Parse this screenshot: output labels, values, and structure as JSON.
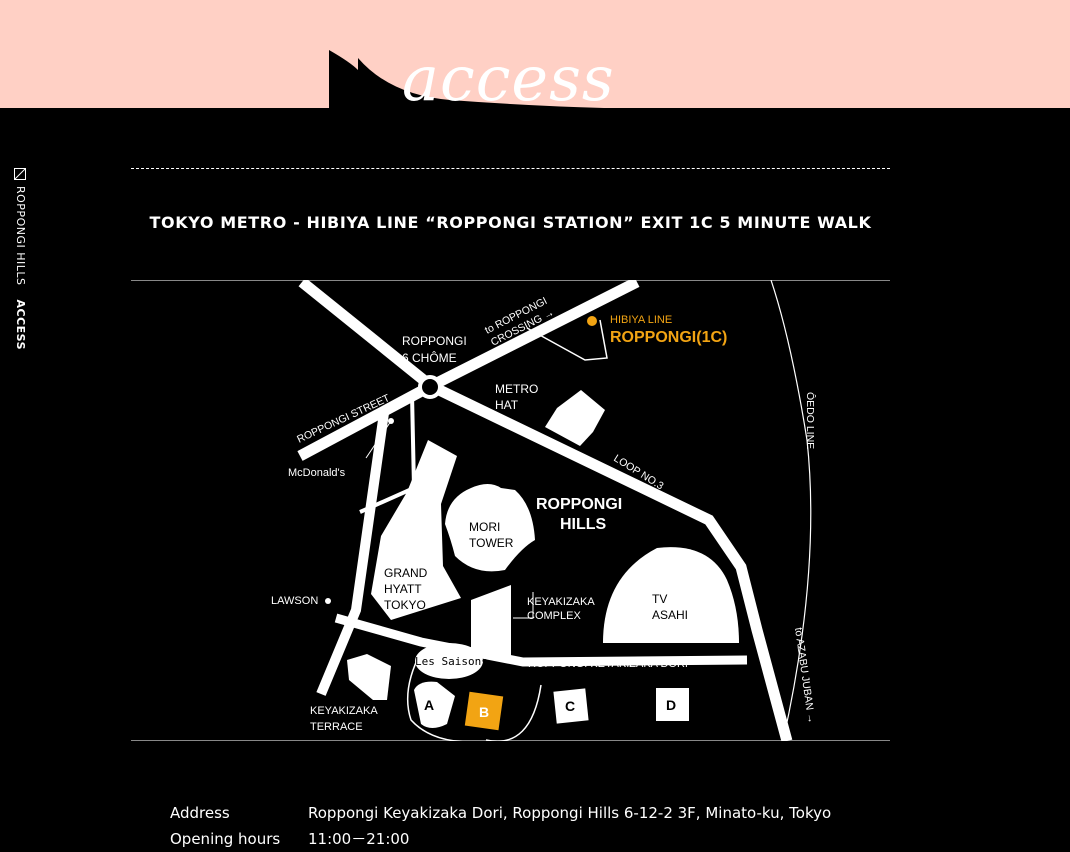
{
  "header": {
    "title": "access"
  },
  "side_nav": {
    "items": [
      "ROPPONGI HILLS",
      "ACCESS"
    ]
  },
  "headline": "TOKYO METRO - HIBIYA LINE “ROPPONGI STATION” EXIT 1C 5 MINUTE WALK",
  "map": {
    "labels": {
      "roppongi_6chome_1": "ROPPONGI",
      "roppongi_6chome_2": "6 CHÔME",
      "to_crossing_1": "to ROPPONGI",
      "to_crossing_2": "CROSSING →",
      "hibiya_line": "HIBIYA LINE",
      "station": "ROPPONGI(1C)",
      "metro_hat_1": "METRO",
      "metro_hat_2": "HAT",
      "roppongi_street": "ROPPONGI STREET",
      "loop": "LOOP NO.3",
      "oedo": "ÔEDO LINE",
      "mcdonalds": "McDonald's",
      "roppongi_hills_1": "ROPPONGI",
      "roppongi_hills_2": "HILLS",
      "mori_1": "MORI",
      "mori_2": "TOWER",
      "grand_1": "GRAND",
      "grand_2": "HYATT",
      "grand_3": "TOKYO",
      "lawson": "LAWSON",
      "keyakizaka_complex_1": "KEYAKIZAKA",
      "keyakizaka_complex_2": "COMPLEX",
      "tv_1": "TV",
      "tv_2": "ASAHI",
      "les_saisons": "Les Saisons",
      "keyakizaka_dori": "ROPPONGI KEYAKIZAKA DÔRI",
      "to_azabu": "to AZABU JUBAN →",
      "keyakizaka_terrace_1": "KEYAKIZAKA",
      "keyakizaka_terrace_2": "TERRACE",
      "block_a": "A",
      "block_b": "B",
      "block_c": "C",
      "block_d": "D"
    },
    "colors": {
      "highlight": "#f2a413",
      "roads": "#ffffff",
      "background": "#000000"
    }
  },
  "info": {
    "address_label": "Address",
    "address_value": "Roppongi Keyakizaka Dori, Roppongi Hills 6-12-2 3F, Minato-ku, Tokyo",
    "hours_label": "Opening hours",
    "hours_value": "11:00－21:00"
  }
}
